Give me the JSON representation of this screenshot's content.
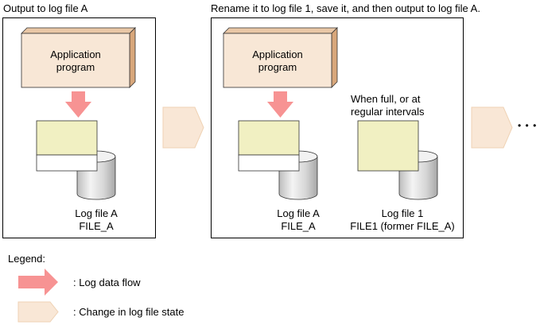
{
  "panels": [
    {
      "title": "Output to log file A",
      "app_label_line1": "Application",
      "app_label_line2": "program",
      "files": [
        {
          "name": "Log file A",
          "file": "FILE_A",
          "state": "partial"
        }
      ]
    },
    {
      "title": "Rename it to log file 1, save it, and then output to log file A.",
      "app_label_line1": "Application",
      "app_label_line2": "program",
      "trigger_line1": "When full, or at",
      "trigger_line2": "regular intervals",
      "files": [
        {
          "name": "Log file A",
          "file": "FILE_A",
          "state": "partial"
        },
        {
          "name": "Log file 1",
          "file": "FILE1 (former FILE_A)",
          "state": "full"
        }
      ]
    }
  ],
  "continuation": "• • •",
  "legend": {
    "title": "Legend:",
    "items": [
      {
        "symbol": "pink-arrow",
        "label": ": Log data flow"
      },
      {
        "symbol": "state-chevron",
        "label": ": Change in log file state"
      }
    ]
  },
  "colors": {
    "app_front": "#F8E7D6",
    "app_top": "#E9C7A6",
    "app_side": "#D8A77B",
    "flow_arrow": "#F79393",
    "file_fill": "#F1F0C2",
    "chevron_fill": "#F9E7D6",
    "chevron_stroke": "#EFD2B4"
  }
}
